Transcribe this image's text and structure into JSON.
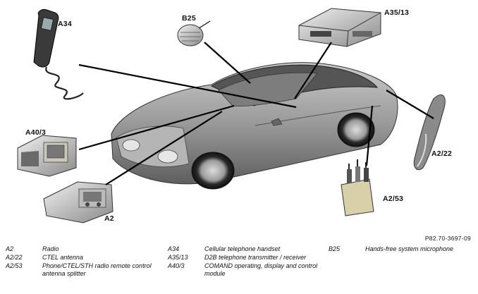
{
  "callouts": {
    "a34": "A34",
    "b25": "B25",
    "a35_13": "A35/13",
    "a40_3": "A40/3",
    "a2_22": "A2/22",
    "a2": "A2",
    "a2_53": "A2/53"
  },
  "doc_ref": "P82.70-3697-09",
  "legend": {
    "col1": [
      {
        "code": "A2",
        "desc": "Radio"
      },
      {
        "code": "A2/22",
        "desc": "CTEL antenna"
      },
      {
        "code": "A2/53",
        "desc": "Phone/CTEL/STH radio remote control antenna splitter"
      }
    ],
    "col2": [
      {
        "code": "A34",
        "desc": "Cellular telephone handset"
      },
      {
        "code": "A35/13",
        "desc": "D2B telephone transmitter / receiver"
      },
      {
        "code": "A40/3",
        "desc": "COMAND operating, display and control module"
      }
    ],
    "col3": [
      {
        "code": "B25",
        "desc": "Hands-free system microphone"
      }
    ]
  }
}
